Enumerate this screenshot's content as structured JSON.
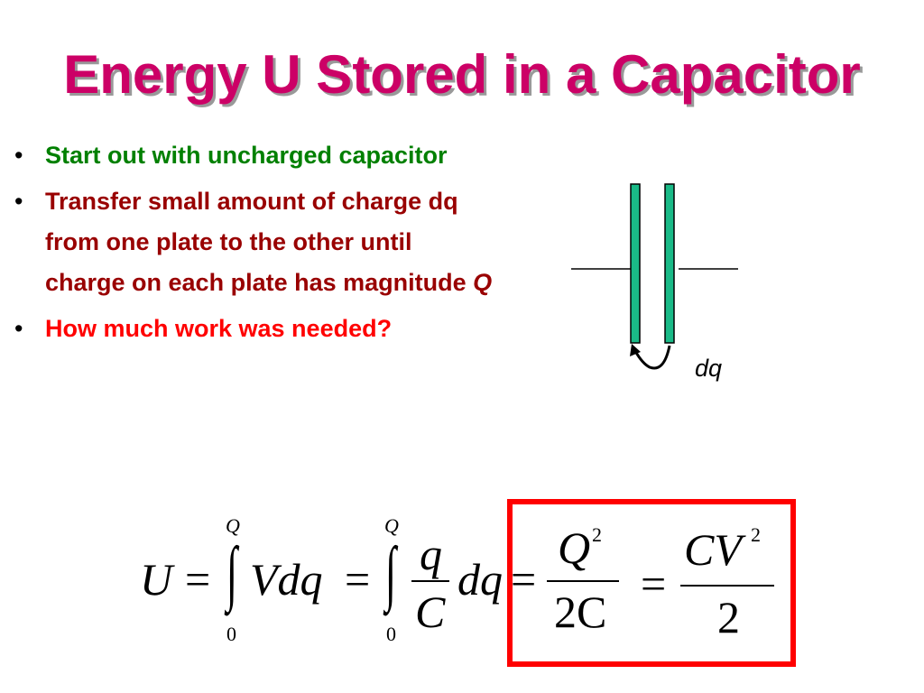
{
  "slide": {
    "title": "Energy U Stored in a Capacitor",
    "bullets": [
      {
        "text": "Start out with uncharged capacitor",
        "color": "#008000"
      },
      {
        "text_main": "Transfer small amount of charge dq from one plate to the other until charge on each plate has magnitude",
        "text_italic": "Q",
        "color": "#990000"
      },
      {
        "text": "How much work was needed?",
        "color": "#ff0000"
      }
    ],
    "bullet_symbol": "•"
  },
  "diagram": {
    "label": "dq",
    "plate_color": "#1aba87",
    "arrow": "curved-arrow"
  },
  "equation": {
    "lhs": "U",
    "eq": "=",
    "integral_symbol": "∫",
    "upper_limit": "Q",
    "lower_limit": "0",
    "integrand1": "Vdq",
    "frac1_num": "q",
    "frac1_den": "C",
    "dq": "dq",
    "frac2_num": "Q",
    "frac2_exp": "2",
    "frac2_den": "2C",
    "frac3_num": "CV",
    "frac3_exp": "2",
    "frac3_den": "2",
    "box_color": "#ff0000"
  }
}
